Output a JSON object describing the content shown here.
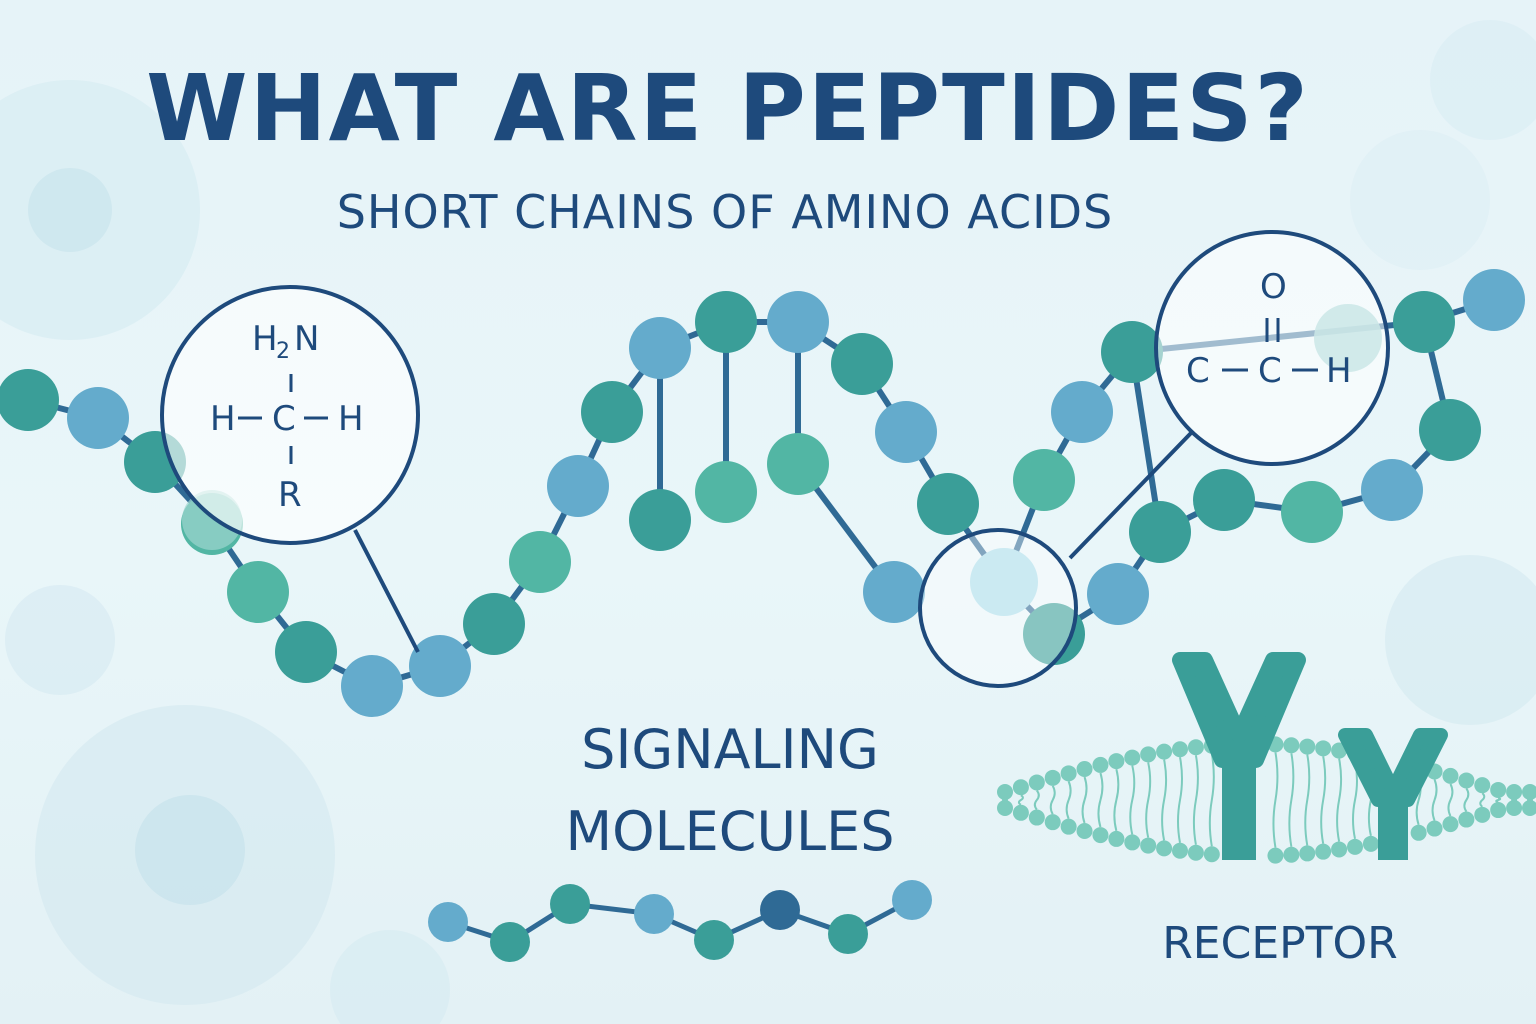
{
  "title": "WHAT ARE PEPTIDES?",
  "subtitle": "SHORT CHAINS OF AMINO ACIDS",
  "signaling_label": [
    "SIGNALING",
    "MOLECULES"
  ],
  "receptor_label": "RECEPTOR",
  "amino_structure": {
    "top": "H",
    "top_sub": "2",
    "top_tail": "N",
    "middle_left": "H",
    "middle_center": "C",
    "middle_right": "H",
    "bottom": "R"
  },
  "carbonyl_structure": {
    "top": "O",
    "left": "C",
    "center": "C",
    "right": "H"
  },
  "colors": {
    "text": "#1e4a7c",
    "teal": "#3a9e98",
    "teal_light": "#52b6a4",
    "blue": "#64abcc",
    "link": "#2f6a95",
    "membrane": "#7ccbbd"
  }
}
